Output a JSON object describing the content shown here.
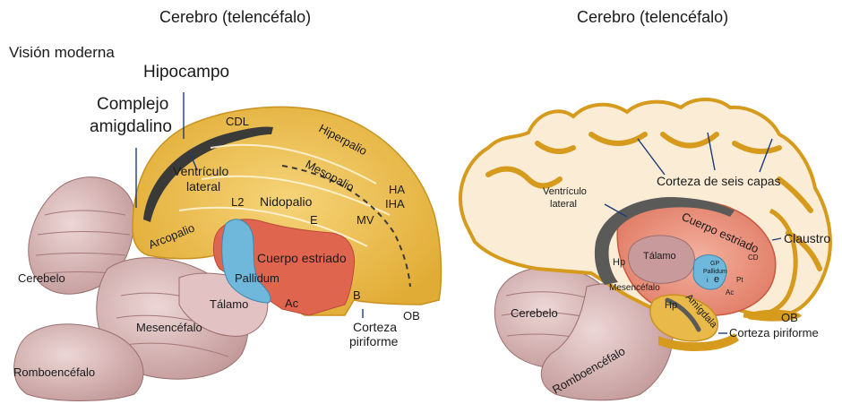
{
  "left_panel": {
    "title": "Cerebro (telencéfalo)",
    "subtitle": "Visión moderna",
    "labels": {
      "hipocampo": "Hipocampo",
      "complejo_line1": "Complejo",
      "complejo_line2": "amigdalino",
      "cdl": "CDL",
      "hiperpalio": "Hiperpalio",
      "mesopalio": "Mesopalio",
      "ventriculo_line1": "Ventrículo",
      "ventriculo_line2": "lateral",
      "l2": "L2",
      "nidopalio": "Nidopalio",
      "ha": "HA",
      "iha": "IHA",
      "e": "E",
      "mv": "MV",
      "arcopalio": "Arcopalio",
      "cuerpo_estriado": "Cuerpo estriado",
      "pallidum": "Pallidum",
      "cerebelo": "Cerebelo",
      "talamo": "Tálamo",
      "ac": "Ac",
      "b": "B",
      "corteza_line1": "Corteza",
      "corteza_line2": "piriforme",
      "ob": "OB",
      "mesencefalo": "Mesencéfalo",
      "romboencefalo": "Romboencéfalo"
    }
  },
  "right_panel": {
    "title": "Cerebro (telencéfalo)",
    "labels": {
      "corteza_seis_capas": "Corteza de seis capas",
      "ventriculo_line1": "Ventrículo",
      "ventriculo_line2": "lateral",
      "cuerpo_estriado": "Cuerpo estriado",
      "claustro": "Claustro",
      "cd": "CD",
      "hp_upper": "Hp",
      "talamo": "Tálamo",
      "gp": "GP",
      "pallidum": "Pallidum",
      "e": "e",
      "i": "i",
      "pt": "Pt",
      "ac": "Ac",
      "mesencefalo": "Mesencéfalo",
      "cerebelo": "Cerebelo",
      "hp_lower": "Hp",
      "amigdala": "Amígdala",
      "ob": "OB",
      "corteza_piriforme": "Corteza piriforme",
      "romboencefalo": "Romboencéfalo"
    }
  },
  "colors": {
    "pallium": "#e9b94a",
    "pallium_edge": "#c99220",
    "cortex_gold": "#d69a1c",
    "striatum": "#e06b55",
    "pallidum": "#6fb8dc",
    "thalamus": "#caa1a4",
    "hindbrain": "#c9a3a1",
    "ventricle": "#5a5a58",
    "leader_line": "#1d3a78"
  }
}
